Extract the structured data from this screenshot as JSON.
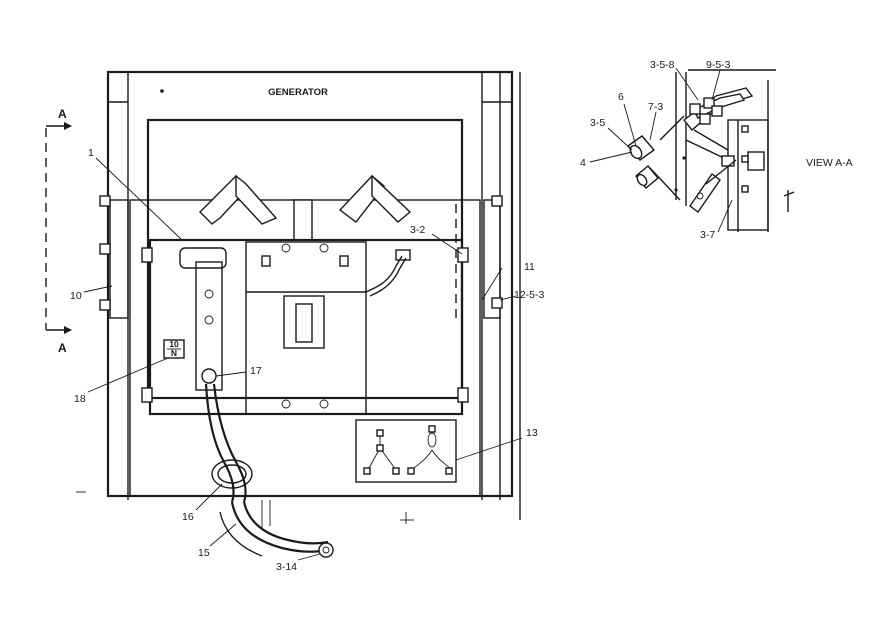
{
  "main_view": {
    "title": "GENERATOR",
    "section_marker_top": "A",
    "section_marker_bottom": "A",
    "plate_top": "10",
    "plate_bottom": "N"
  },
  "callouts": {
    "c1": "1",
    "c3_2": "3-2",
    "c11": "11",
    "c12_5_3": "12-5-3",
    "c10": "10",
    "c18": "18",
    "c17": "17",
    "c13": "13",
    "c16": "16",
    "c15": "15",
    "c3_14": "3-14"
  },
  "detail_view": {
    "title": "VIEW A-A",
    "callouts": {
      "d3_5_8": "3-5-8",
      "d9_5_3": "9-5-3",
      "d6": "6",
      "d7_3": "7-3",
      "d3_5": "3-5",
      "d4": "4",
      "d3_7": "3-7"
    }
  }
}
